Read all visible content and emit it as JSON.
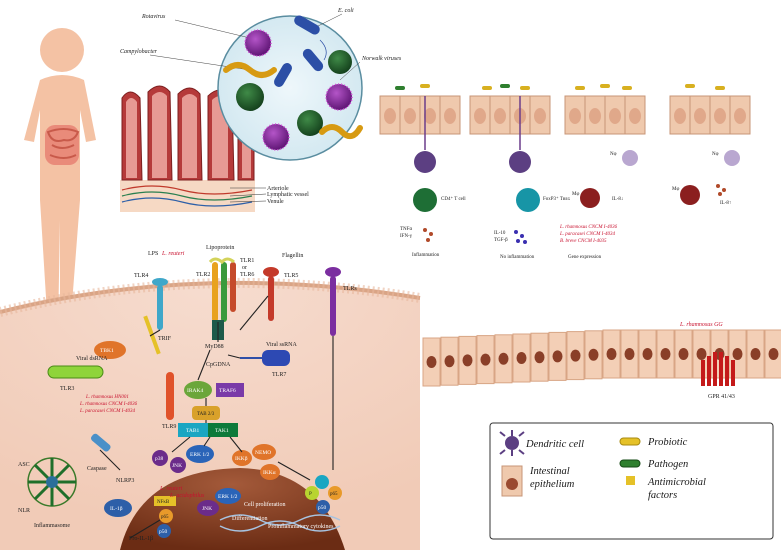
{
  "pathogens": {
    "rotavirus": "Rotavirus",
    "ecoli": "E. coli",
    "campylobacter": "Campylobacter",
    "norwalk": "Norwalk viruses"
  },
  "villus": {
    "arteriole": "Arteriole",
    "lymphatic": "Lymphatic vessel",
    "venule": "Venule"
  },
  "top_right": {
    "cd4": "CD4⁺ T cell",
    "treg": "FoxP3⁺ Tʀᴇɢ",
    "tnf": "TNFα",
    "ifn": "IFN-γ",
    "inflammation": "Inflammation",
    "il10": "IL-10",
    "tgf": "TGF-β",
    "no_inflammation": "No inflammation",
    "gene_expr": "Gene expression",
    "strains": [
      "L. rhamnosus CNCM I-4036",
      "L. paracasei CNCM I-4034",
      "B. breve CNCM I-4035"
    ],
    "n_phi_1": "Nφ",
    "n_phi_2": "Nφ",
    "m_phi_1": "Mφ",
    "m_phi_2": "Mφ",
    "il8_down": "IL-8↓",
    "il8_up": "IL-8↑"
  },
  "receptors": {
    "lps": "LPS",
    "l_reuteri": "L. reuteri",
    "tlr4": "TLR4",
    "lipoprotein": "Lipoprotein",
    "tlr2": "TLR2",
    "tlr1": "TLR1",
    "or": "or",
    "tlr6": "TLR6",
    "flagellin": "Flagellin",
    "tlr5": "TLR5",
    "tlrs": "TLRs",
    "trif": "TRIF",
    "tbk1": "TBK1",
    "myd88": "MyD88",
    "viral_dsrna": "Viral dsRNA",
    "tlr3": "TLR3",
    "cpg": "CpGDNA",
    "viral_ssrna": "Viral ssRNA",
    "tlr7": "TLR7",
    "tlr9": "TLR9",
    "strains": [
      "L. rhamnosus HN001",
      "L. rhamnosus CNCM I-4036",
      "L. paracasei CNCM I-4034"
    ]
  },
  "signaling": {
    "irak4": "IRAK4",
    "traf6": "TRAF6",
    "tab23": "TAB 2/3",
    "tab1": "TAB1",
    "tak1": "TAK1",
    "p38": "p38",
    "jnk": "JNK",
    "erk": "ERK 1/2",
    "ikkb": "IKKβ",
    "nemo": "NEMO",
    "ikka": "IKKα",
    "p": "P",
    "p65": "p65",
    "p50": "p50",
    "nlrp3": "NLRP3",
    "caspase": "Caspase",
    "asc": "ASC",
    "nlr": "NLR",
    "inflammasome": "Inflammasome",
    "il1b": "IL-1β",
    "pro_il1b": "Pro-IL-1β",
    "nfkb": "NFκB",
    "p65b": "p65",
    "p50b": "p50",
    "jnk2": "JNK",
    "erk2": "ERK 1/2",
    "l_reuteri": "L. reuteri",
    "l_acidophilus": "L. acidophilus",
    "prolif": "Cell proliferation",
    "diff": "Differentiation",
    "cytokines": "Proinflammatory cytokines",
    "l_rham_gg": "L. rhamnosus GG",
    "gpr": "GPR 41/43"
  },
  "legend": {
    "dendritic": "Dendritic cell",
    "probiotic": "Probiotic",
    "epithelium": "Intestinal epithelium",
    "pathogen": "Pathogen",
    "antimicrobial": "Antimicrobial factors"
  }
}
